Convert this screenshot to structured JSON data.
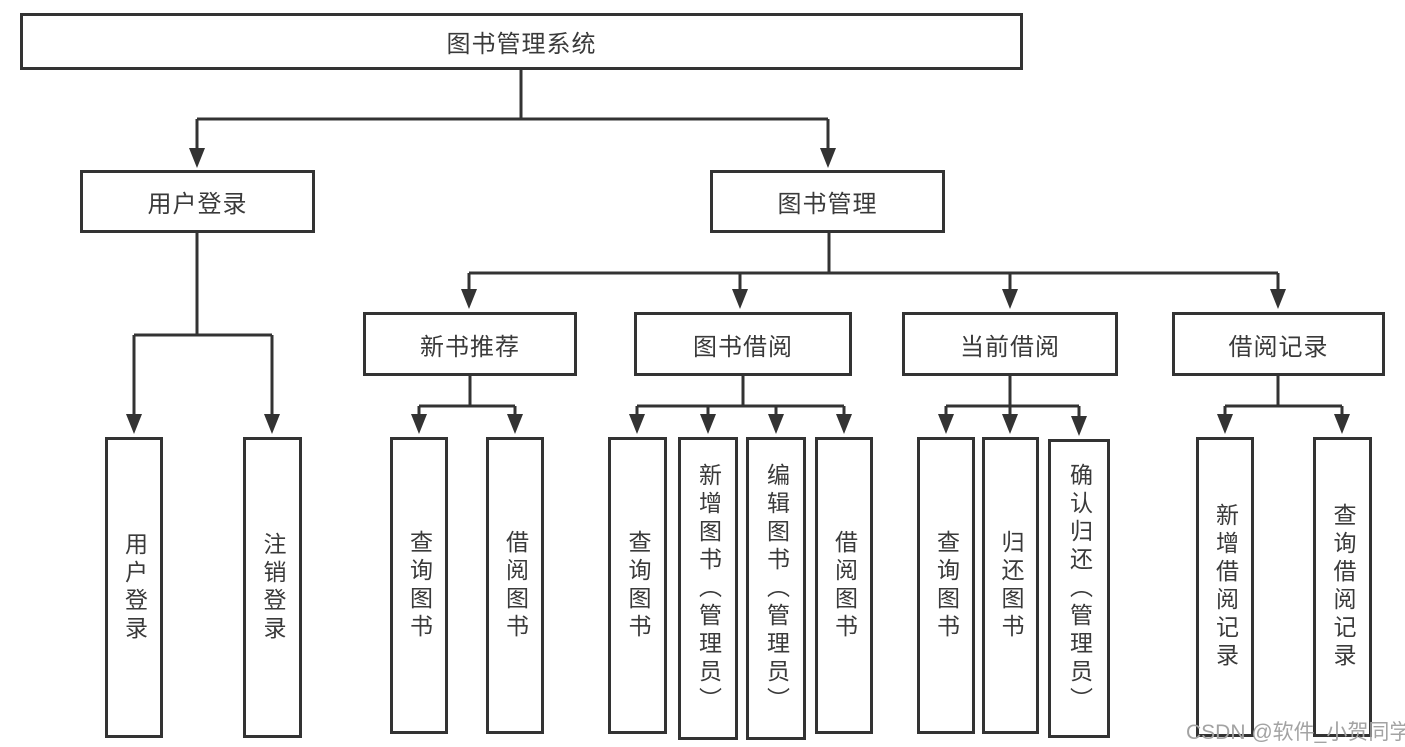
{
  "diagram": {
    "root": {
      "id": "root",
      "label": "图书管理系统"
    },
    "level1": [
      {
        "id": "user-login",
        "label": "用户登录"
      },
      {
        "id": "book-mgmt",
        "label": "图书管理"
      }
    ],
    "level2": [
      {
        "id": "new-book-rec",
        "label": "新书推荐"
      },
      {
        "id": "book-borrow",
        "label": "图书借阅"
      },
      {
        "id": "current-borrow",
        "label": "当前借阅"
      },
      {
        "id": "borrow-record",
        "label": "借阅记录"
      }
    ],
    "leaves": [
      {
        "id": "leaf-user-login",
        "label": "用户登录",
        "parent": "user-login"
      },
      {
        "id": "leaf-logout",
        "label": "注销登录",
        "parent": "user-login"
      },
      {
        "id": "leaf-query-book-1",
        "label": "查询图书",
        "parent": "new-book-rec"
      },
      {
        "id": "leaf-borrow-book-1",
        "label": "借阅图书",
        "parent": "new-book-rec"
      },
      {
        "id": "leaf-query-book-2",
        "label": "查询图书",
        "parent": "book-borrow"
      },
      {
        "id": "leaf-add-book",
        "label": "新增图书（管理员）",
        "parent": "book-borrow"
      },
      {
        "id": "leaf-edit-book",
        "label": "编辑图书（管理员）",
        "parent": "book-borrow"
      },
      {
        "id": "leaf-borrow-book-2",
        "label": "借阅图书",
        "parent": "book-borrow"
      },
      {
        "id": "leaf-query-book-3",
        "label": "查询图书",
        "parent": "current-borrow"
      },
      {
        "id": "leaf-return-book",
        "label": "归还图书",
        "parent": "current-borrow"
      },
      {
        "id": "leaf-confirm-return",
        "label": "确认归还（管理员）",
        "parent": "current-borrow"
      },
      {
        "id": "leaf-add-borrow-record",
        "label": "新增借阅记录",
        "parent": "borrow-record"
      },
      {
        "id": "leaf-query-borrow-record",
        "label": "查询借阅记录",
        "parent": "borrow-record"
      }
    ]
  },
  "watermark": {
    "text": "CSDN @软件_小贺同学"
  },
  "colors": {
    "line": "#333333",
    "text": "#3a3a3a",
    "watermark": "#a3a3a3",
    "background": "#ffffff"
  }
}
